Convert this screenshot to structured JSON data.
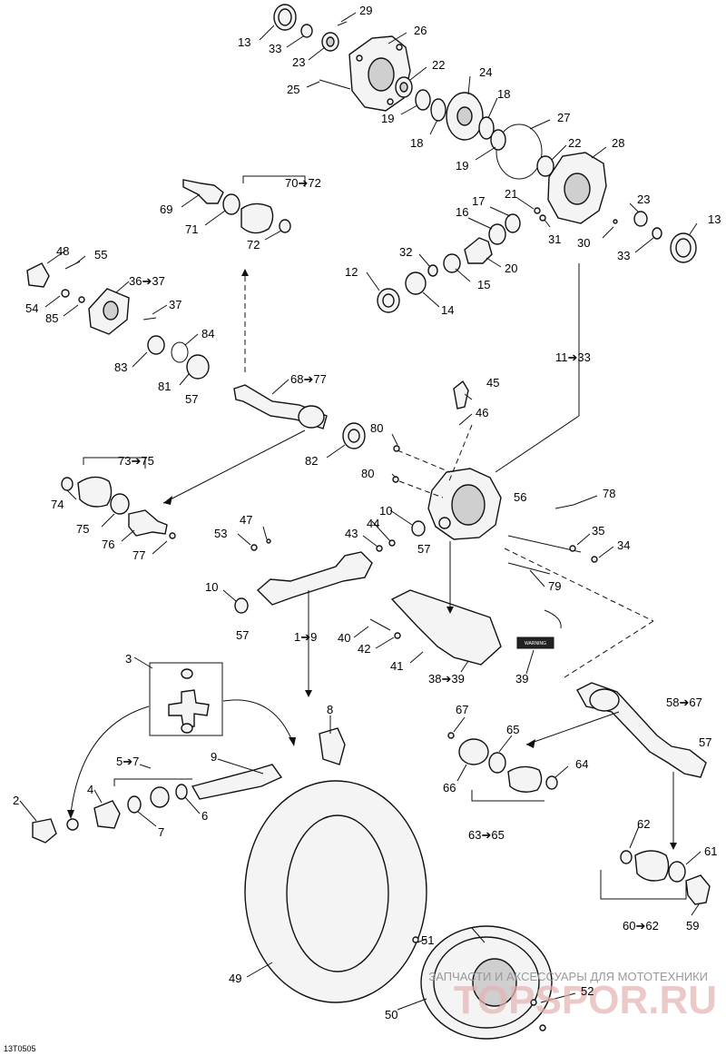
{
  "labels": {
    "l13a": "13",
    "l33a": "33",
    "l29": "29",
    "l26": "26",
    "l23a": "23",
    "l22a": "22",
    "l25": "25",
    "l19a": "19",
    "l24": "24",
    "l18a": "18",
    "l18b": "18",
    "l27": "27",
    "l19b": "19",
    "l22b": "22",
    "l28": "28",
    "l69": "69",
    "l70_72": "70➔72",
    "l71": "71",
    "l72": "72",
    "l17": "17",
    "l21": "21",
    "l16": "16",
    "l23b": "23",
    "l13b": "13",
    "l31": "31",
    "l30": "30",
    "l33b": "33",
    "l48": "48",
    "l55": "55",
    "l32": "32",
    "l20": "20",
    "l12": "12",
    "l15": "15",
    "l14": "14",
    "l36_37": "36➔37",
    "l37": "37",
    "l54": "54",
    "l85": "85",
    "l84": "84",
    "l83": "83",
    "l81": "81",
    "l57a": "57",
    "l68_77": "68➔77",
    "l11_33": "11➔33",
    "l45": "45",
    "l46": "46",
    "l80a": "80",
    "l82": "82",
    "l73_75": "73➔75",
    "l80b": "80",
    "l56": "56",
    "l78": "78",
    "l74": "74",
    "l75": "75",
    "l76": "76",
    "l77": "77",
    "l47": "47",
    "l53": "53",
    "l10a": "10",
    "l44": "44",
    "l43": "43",
    "l57b": "57",
    "l35": "35",
    "l34": "34",
    "l79": "79",
    "l10b": "10",
    "l57c": "57",
    "l1_9": "1➔9",
    "l40": "40",
    "l42": "42",
    "l41": "41",
    "l38_39": "38➔39",
    "l39": "39",
    "l58_67": "58➔67",
    "l3": "3",
    "l8": "8",
    "l67": "67",
    "l65": "65",
    "l57d": "57",
    "l9": "9",
    "l5_7": "5➔7",
    "l4": "4",
    "l66": "66",
    "l64": "64",
    "l2": "2",
    "l7": "7",
    "l6": "6",
    "l63_65": "63➔65",
    "l62": "62",
    "l61": "61",
    "l60_62": "60➔62",
    "l59": "59",
    "l51": "51",
    "l49": "49",
    "l52": "52",
    "l50": "50"
  },
  "figure_code": "13T0505",
  "watermark": {
    "text": "ЗАПЧАСТИ И АКСЕССУАРЫ ДЛЯ МОТОТЕХНИКИ",
    "brand": "TOPSPOR.RU"
  },
  "decal_text": "WARNING"
}
